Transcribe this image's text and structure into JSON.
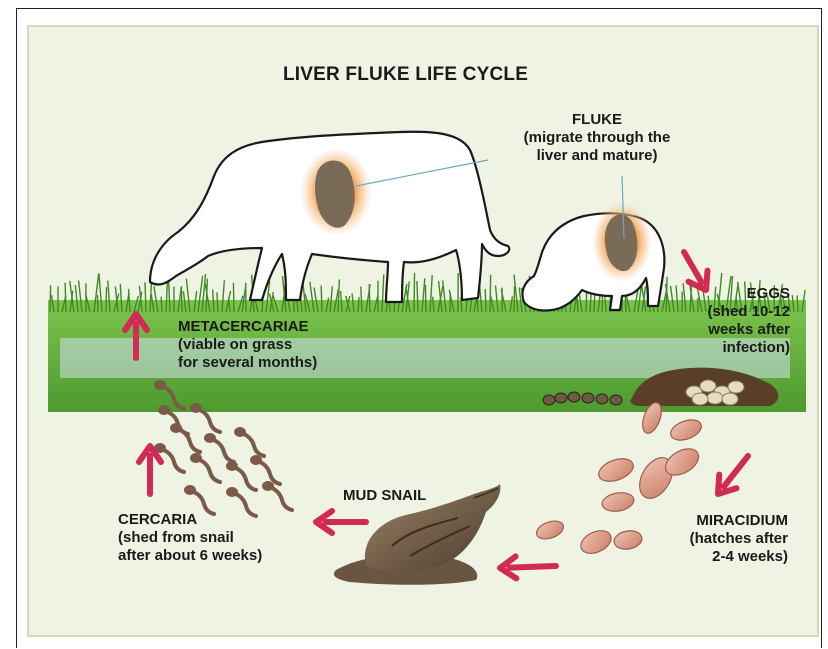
{
  "title": "LIVER FLUKE LIFE CYCLE",
  "stages": {
    "fluke": {
      "name": "FLUKE",
      "detail_1": "(migrate through the",
      "detail_2": "liver and mature)"
    },
    "eggs": {
      "name": "EGGS",
      "detail_1": "(shed 10-12",
      "detail_2": "weeks after",
      "detail_3": "infection)"
    },
    "miracidium": {
      "name": "MIRACIDIUM",
      "detail_1": "(hatches after",
      "detail_2": "2-4 weeks)"
    },
    "snail": {
      "name": "MUD SNAIL"
    },
    "cercaria": {
      "name": "CERCARIA",
      "detail_1": "(shed from snail",
      "detail_2": "after about 6 weeks)"
    },
    "metacercariae": {
      "name": "METACERCARIAE",
      "detail_1": "(viable on grass",
      "detail_2": "for several months)"
    }
  },
  "colors": {
    "arrow": "#d02a55",
    "grass": "#5fae3a",
    "panel_bg": "#eef3e4",
    "panel_border": "#cfdcb8",
    "fluke": "#7a6a58",
    "fluke_glow": "#f2a55a",
    "egg": "#6b5a44",
    "miracidium": "#d99a84",
    "snail": "#6a5543",
    "cercaria": "#7b5a47",
    "water": "#c9d9e8"
  }
}
